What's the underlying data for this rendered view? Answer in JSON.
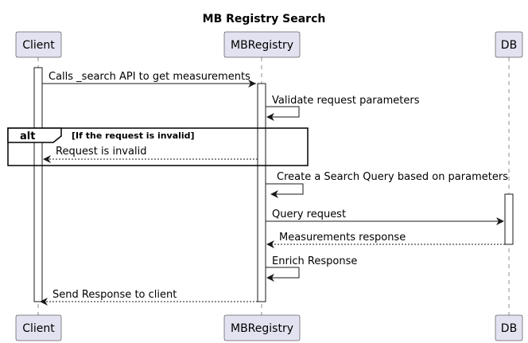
{
  "title": "MB Registry Search",
  "participants": [
    {
      "id": "client",
      "name": "Client"
    },
    {
      "id": "registry",
      "name": "MBRegistry"
    },
    {
      "id": "db",
      "name": "DB"
    }
  ],
  "messages": [
    {
      "from": "client",
      "to": "registry",
      "label": "Calls _search API to get measurements",
      "style": "solid"
    },
    {
      "from": "registry",
      "to": "registry",
      "label": "Validate request parameters",
      "style": "solid"
    },
    {
      "from": "registry",
      "to": "client",
      "label": "Request is invalid",
      "style": "dashed"
    },
    {
      "from": "registry",
      "to": "registry",
      "label": "Create a Search Query based on parameters",
      "style": "solid"
    },
    {
      "from": "registry",
      "to": "db",
      "label": "Query request",
      "style": "solid"
    },
    {
      "from": "db",
      "to": "registry",
      "label": "Measurements response",
      "style": "dashed"
    },
    {
      "from": "registry",
      "to": "registry",
      "label": "Enrich Response",
      "style": "solid"
    },
    {
      "from": "registry",
      "to": "client",
      "label": "Send Response to client",
      "style": "dashed"
    }
  ],
  "fragment": {
    "keyword": "alt",
    "guard": "[If the request is invalid]"
  }
}
